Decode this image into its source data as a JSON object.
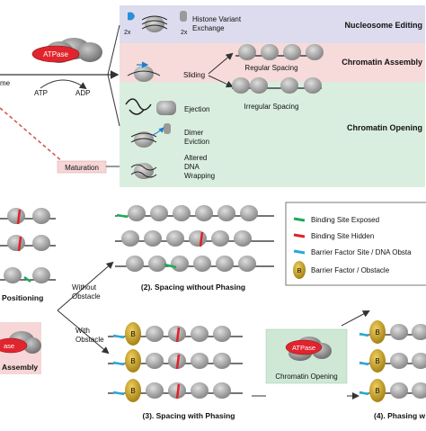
{
  "top": {
    "left_label": "me",
    "atpase": "ATPase",
    "atp": "ATP",
    "adp": "ADP",
    "maturation": "Maturation",
    "histone_variant_line1": "Histone Variant",
    "histone_variant_line2": "Exchange",
    "two_x_left": "2x",
    "two_x_right": "2x",
    "section_editing": "Nucleosome Editing",
    "section_assembly": "Chromatin Assembly",
    "section_opening": "Chromatin Opening",
    "sliding": "Sliding",
    "regular_spacing": "Regular Spacing",
    "irregular_spacing": "Irregular Spacing",
    "ejection": "Ejection",
    "dimer_line1": "Dimer",
    "dimer_line2": "Eviction",
    "altered_line1": "Altered",
    "altered_line2": "DNA",
    "altered_line3": "Wrapping"
  },
  "bottom": {
    "positioning": "Positioning",
    "without_line1": "Without",
    "without_line2": "Obstacle",
    "with_line1": "With",
    "with_line2": "Obstacle",
    "assembly": "Assembly",
    "atpase_left": "ase",
    "atpase_right": "ATPase",
    "chromatin_opening": "Chromatin Opening",
    "label2": "(2). Spacing without Phasing",
    "label3": "(3). Spacing with Phasing",
    "label4": "(4). Phasing w",
    "b_letter": "B"
  },
  "legend": {
    "exposed": "Binding Site Exposed",
    "hidden": "Binding Site Hidden",
    "barrier_site": "Barrier Factor Site / DNA Obsta",
    "barrier_factor": "Barrier Factor / Obstacle",
    "b_letter": "B"
  },
  "colors": {
    "editing_bg": "#dcdcee",
    "assembly_bg": "#f7dada",
    "opening_bg": "#d9eedf",
    "opening_box_bg": "#cfe8d6",
    "maturation_bg": "#f6d6d6",
    "assembly_box_bg": "#f6d6d6",
    "exposed": "#1faa5a",
    "hidden": "#e0202a",
    "barrier": "#2aa7d8",
    "factor": "#c9a020",
    "atpase": "#e0252e"
  }
}
